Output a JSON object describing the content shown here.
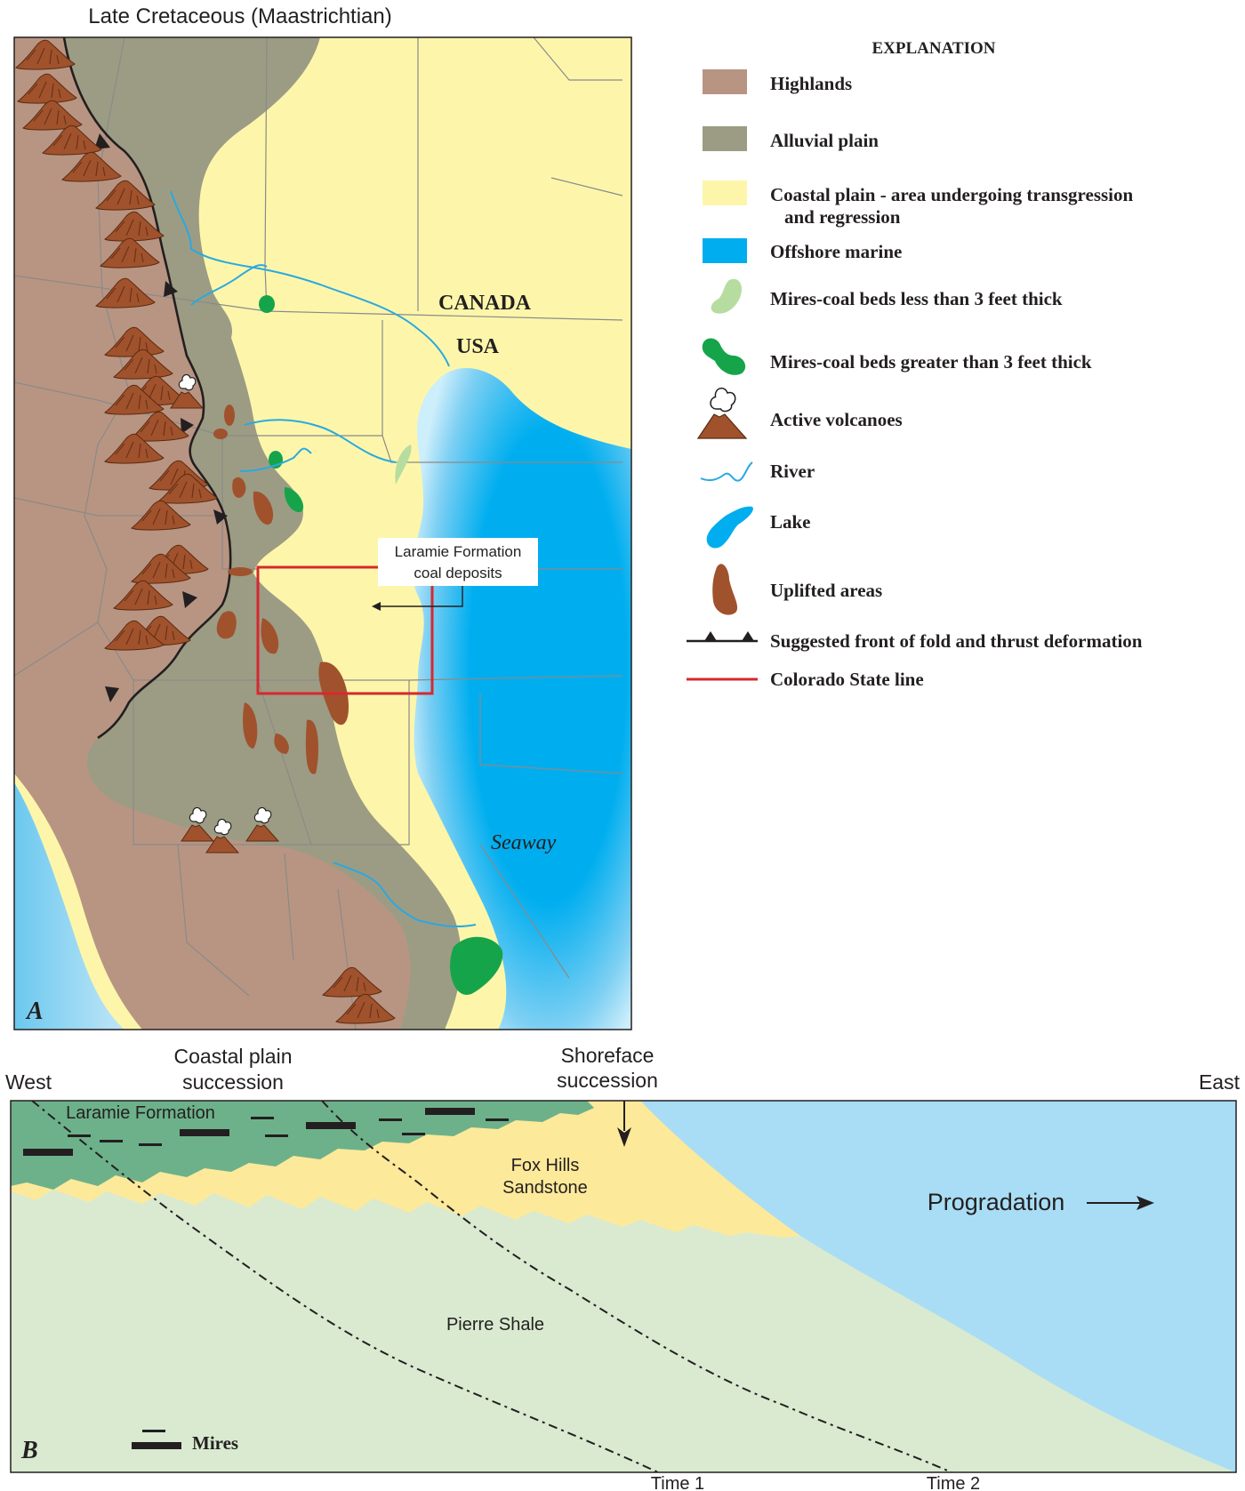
{
  "panel_a": {
    "title": "Late Cretaceous (Maastrichtian)",
    "letter": "A",
    "labels": {
      "canada": "CANADA",
      "usa": "USA",
      "seaway": "Seaway",
      "callout_line1": "Laramie Formation",
      "callout_line2": "coal deposits"
    }
  },
  "legend": {
    "heading": "EXPLANATION",
    "items": [
      {
        "label": "Highlands",
        "color": "#b89582"
      },
      {
        "label": "Alluvial plain",
        "color": "#9c9c84"
      },
      {
        "label": "Coastal plain - area undergoing transgression",
        "label2": "and regression",
        "color": "#fdf6aa"
      },
      {
        "label": "Offshore marine",
        "color": "#00aeef"
      },
      {
        "label": "Mires-coal beds less than 3 feet thick",
        "color": "#b7dca0"
      },
      {
        "label": "Mires-coal beds greater than 3 feet thick",
        "color": "#16a44a"
      },
      {
        "label": "Active volcanoes",
        "icon": "volcano-icon"
      },
      {
        "label": "River",
        "color": "#29a9e1",
        "icon": "river-icon"
      },
      {
        "label": "Lake",
        "color": "#00aeef",
        "icon": "lake-icon"
      },
      {
        "label": "Uplifted areas",
        "color": "#a0522d"
      },
      {
        "label": "Suggested front of fold and thrust deformation",
        "icon": "thrust-front-icon"
      },
      {
        "label": "Colorado State line",
        "color": "#d7282f"
      }
    ]
  },
  "panel_b": {
    "letter": "B",
    "west": "West",
    "east": "East",
    "coastal_line1": "Coastal plain",
    "coastal_line2": "succession",
    "shoreface_line1": "Shoreface",
    "shoreface_line2": "succession",
    "laramie": "Laramie Formation",
    "fox_hills_line1": "Fox Hills",
    "fox_hills_line2": "Sandstone",
    "pierre": "Pierre Shale",
    "progradation": "Progradation",
    "mires": "Mires",
    "time1": "Time 1",
    "time2": "Time 2",
    "colors": {
      "laramie": "#6db18b",
      "fox_hills": "#fde99a",
      "pierre": "#d9ead0",
      "marine": "#a8ddf5"
    }
  }
}
